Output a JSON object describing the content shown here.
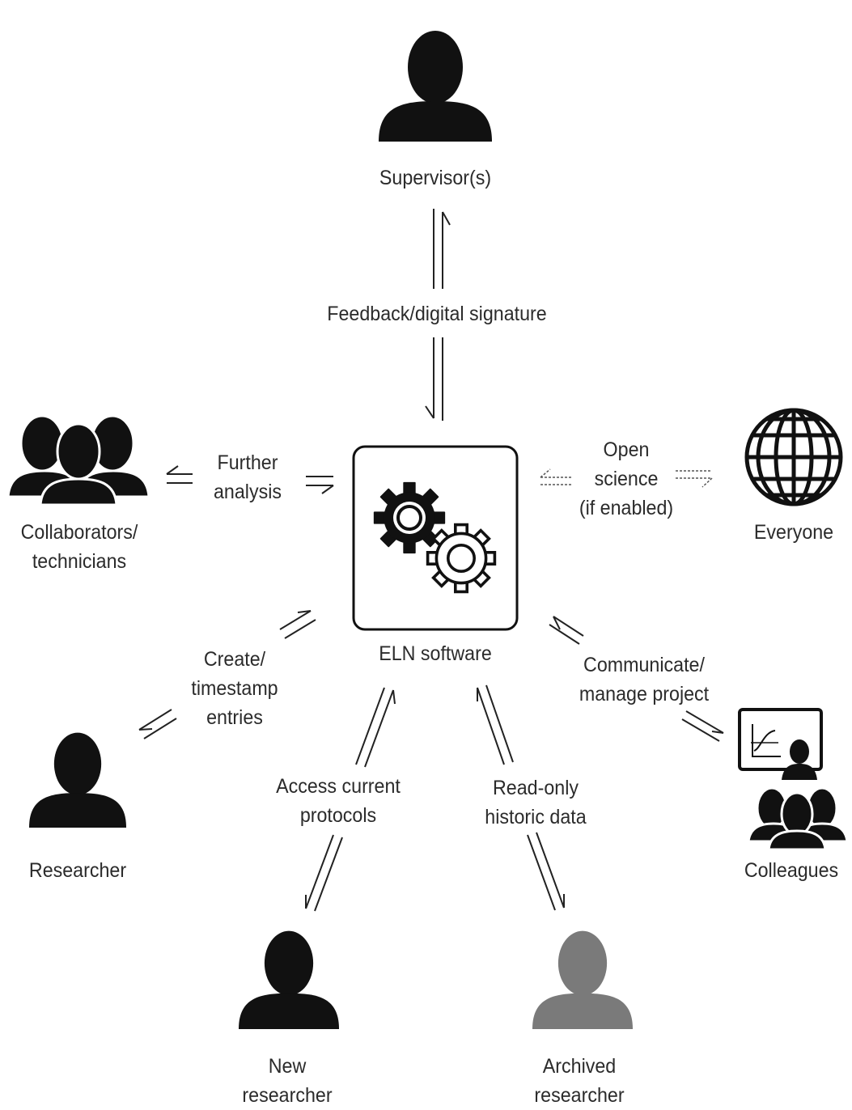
{
  "center": {
    "label": "ELN software"
  },
  "actors": {
    "supervisor": "Supervisor(s)",
    "collaborators": [
      "Collaborators/",
      "technicians"
    ],
    "everyone": "Everyone",
    "researcher": "Researcher",
    "colleagues": "Colleagues",
    "new_researcher": [
      "New",
      "researcher"
    ],
    "archived_researcher": [
      "Archived",
      "researcher"
    ]
  },
  "links": {
    "supervisor": "Feedback/digital signature",
    "collaborators": [
      "Further",
      "analysis"
    ],
    "everyone": [
      "Open",
      "science",
      "(if enabled)"
    ],
    "researcher": [
      "Create/",
      "timestamp",
      "entries"
    ],
    "colleagues": [
      "Communicate/",
      "manage project"
    ],
    "new_researcher": [
      "Access current",
      "protocols"
    ],
    "archived_researcher": [
      "Read-only",
      "historic data"
    ]
  },
  "colors": {
    "ink": "#111111",
    "archived": "#7a7a7a",
    "text": "#2b2b2b",
    "background": "#ffffff"
  }
}
